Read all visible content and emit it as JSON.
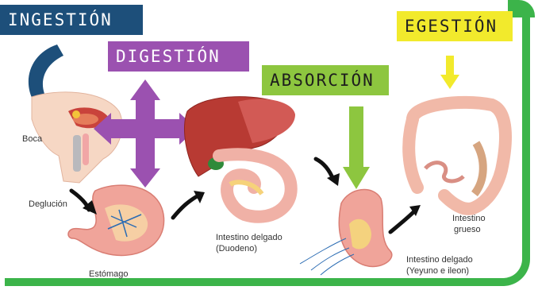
{
  "stages": {
    "ingestion": "INGESTIÓN",
    "digestion": "DIGESTIÓN",
    "absorcion": "ABSORCIÓN",
    "egestion": "EGESTIÓN"
  },
  "labels": {
    "boca": "Boca",
    "deglucion": "Deglución",
    "estomago": "Estómago",
    "duodeno_1": "Intestino delgado",
    "duodeno_2": "(Duodeno)",
    "yeyuno_1": "Intestino delgado",
    "yeyuno_2": "(Yeyuno e ileon)",
    "grueso_1": "Intestino",
    "grueso_2": "grueso"
  },
  "colors": {
    "ingestion": "#1d4f7a",
    "digestion": "#9b51b0",
    "absorcion": "#8dc63f",
    "egestion": "#f2ea2c",
    "frame": "#3cb44a"
  }
}
